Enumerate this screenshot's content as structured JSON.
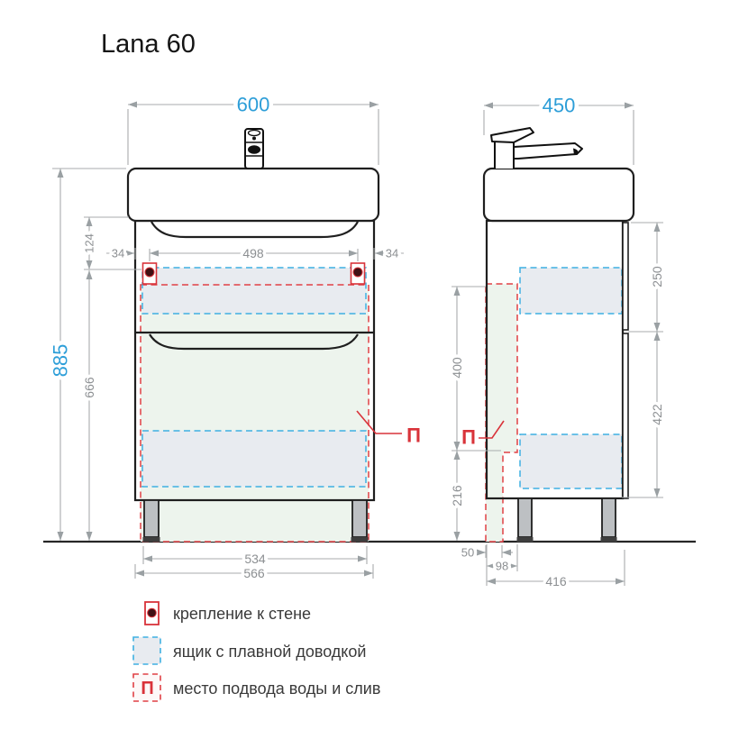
{
  "title": "Lana 60",
  "views": {
    "front": {
      "dims": {
        "sink_width": "600",
        "mount_span": "498",
        "mount_offset_left": "34",
        "mount_offset_right": "34",
        "sink_to_mount": "124",
        "mount_to_floor": "666",
        "total_height": "885",
        "legs_span": "534",
        "cabinet_width": "566"
      },
      "supply_label": "П"
    },
    "side": {
      "dims": {
        "sink_depth": "450",
        "drawer1_front_height": "250",
        "drawer2_front_height": "422",
        "supply_zone_height": "400",
        "supply_zone_bottom": "216",
        "supply_zone_bottom_width": "50",
        "supply_zone_width": "98",
        "cabinet_depth": "416"
      },
      "supply_label": "П"
    }
  },
  "legend": [
    {
      "symbol": "wall-mount",
      "label": "крепление к стене"
    },
    {
      "symbol": "soft-close-drawer",
      "label": "ящик с плавной доводкой"
    },
    {
      "symbol": "water-supply",
      "symbol_text": "П",
      "label": "место подвода воды и слив"
    }
  ],
  "colors": {
    "dimension_blue": "#2d9ed8",
    "dimension_gray": "#8c8f92",
    "mount_red": "#d9333a",
    "drawer_dash_blue": "#3fb0e2",
    "drawer_fill": "#e8ebf0",
    "supply_dash_red": "#e04045",
    "supply_fill": "#edf4ed"
  }
}
